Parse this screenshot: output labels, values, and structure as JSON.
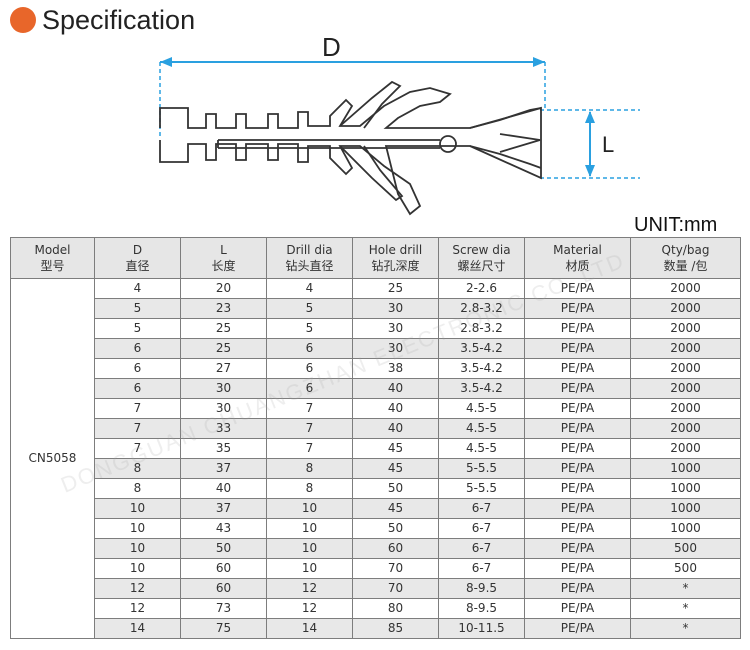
{
  "section": {
    "title": "Specification",
    "dot_color": "#e8662a",
    "dot_icon": "bullet-dot-icon"
  },
  "diagram": {
    "d_label": "D",
    "l_label": "L",
    "guide_color": "#2aa0e0",
    "anchor_icon": "wall-anchor-icon",
    "watermark_text": "DONGGUAN CHUANGZHAN ELECTRONIC CO.,LTD"
  },
  "unit_label": "UNIT:mm",
  "table": {
    "headers": [
      {
        "en": "Model",
        "cn": "型号"
      },
      {
        "en": "D",
        "cn": "直径"
      },
      {
        "en": "L",
        "cn": "长度"
      },
      {
        "en": "Drill dia",
        "cn": "钻头直径"
      },
      {
        "en": "Hole drill",
        "cn": "钻孔深度"
      },
      {
        "en": "Screw dia",
        "cn": "螺丝尺寸"
      },
      {
        "en": "Material",
        "cn": "材质"
      },
      {
        "en": "Qty/bag",
        "cn": "数量 /包"
      }
    ],
    "model": "CN5058",
    "rows": [
      {
        "d": "4",
        "l": "20",
        "drill": "4",
        "hole": "25",
        "screw": "2-2.6",
        "material": "PE/PA",
        "qty": "2000"
      },
      {
        "d": "5",
        "l": "23",
        "drill": "5",
        "hole": "30",
        "screw": "2.8-3.2",
        "material": "PE/PA",
        "qty": "2000"
      },
      {
        "d": "5",
        "l": "25",
        "drill": "5",
        "hole": "30",
        "screw": "2.8-3.2",
        "material": "PE/PA",
        "qty": "2000"
      },
      {
        "d": "6",
        "l": "25",
        "drill": "6",
        "hole": "30",
        "screw": "3.5-4.2",
        "material": "PE/PA",
        "qty": "2000"
      },
      {
        "d": "6",
        "l": "27",
        "drill": "6",
        "hole": "38",
        "screw": "3.5-4.2",
        "material": "PE/PA",
        "qty": "2000"
      },
      {
        "d": "6",
        "l": "30",
        "drill": "6",
        "hole": "40",
        "screw": "3.5-4.2",
        "material": "PE/PA",
        "qty": "2000"
      },
      {
        "d": "7",
        "l": "30",
        "drill": "7",
        "hole": "40",
        "screw": "4.5-5",
        "material": "PE/PA",
        "qty": "2000"
      },
      {
        "d": "7",
        "l": "33",
        "drill": "7",
        "hole": "40",
        "screw": "4.5-5",
        "material": "PE/PA",
        "qty": "2000"
      },
      {
        "d": "7",
        "l": "35",
        "drill": "7",
        "hole": "45",
        "screw": "4.5-5",
        "material": "PE/PA",
        "qty": "2000"
      },
      {
        "d": "8",
        "l": "37",
        "drill": "8",
        "hole": "45",
        "screw": "5-5.5",
        "material": "PE/PA",
        "qty": "1000"
      },
      {
        "d": "8",
        "l": "40",
        "drill": "8",
        "hole": "50",
        "screw": "5-5.5",
        "material": "PE/PA",
        "qty": "1000"
      },
      {
        "d": "10",
        "l": "37",
        "drill": "10",
        "hole": "45",
        "screw": "6-7",
        "material": "PE/PA",
        "qty": "1000"
      },
      {
        "d": "10",
        "l": "43",
        "drill": "10",
        "hole": "50",
        "screw": "6-7",
        "material": "PE/PA",
        "qty": "1000"
      },
      {
        "d": "10",
        "l": "50",
        "drill": "10",
        "hole": "60",
        "screw": "6-7",
        "material": "PE/PA",
        "qty": "500"
      },
      {
        "d": "10",
        "l": "60",
        "drill": "10",
        "hole": "70",
        "screw": "6-7",
        "material": "PE/PA",
        "qty": "500"
      },
      {
        "d": "12",
        "l": "60",
        "drill": "12",
        "hole": "70",
        "screw": "8-9.5",
        "material": "PE/PA",
        "qty": "*"
      },
      {
        "d": "12",
        "l": "73",
        "drill": "12",
        "hole": "80",
        "screw": "8-9.5",
        "material": "PE/PA",
        "qty": "*"
      },
      {
        "d": "14",
        "l": "75",
        "drill": "14",
        "hole": "85",
        "screw": "10-11.5",
        "material": "PE/PA",
        "qty": "*"
      }
    ]
  }
}
